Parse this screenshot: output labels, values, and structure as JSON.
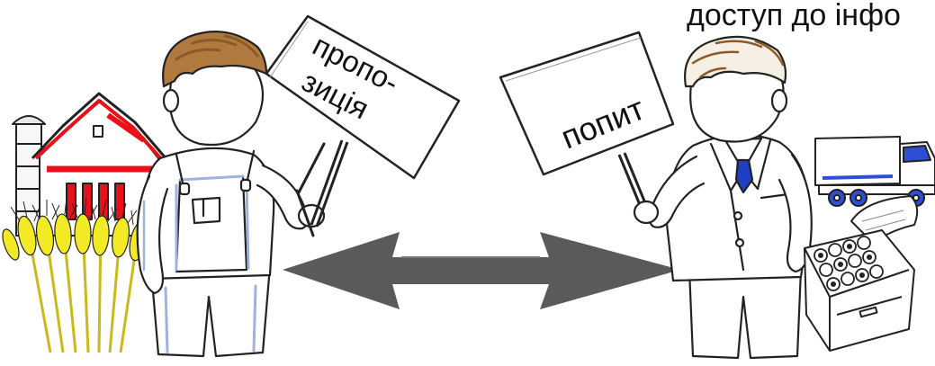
{
  "caption": "доступ до інфо",
  "seller": {
    "sign_line1": "пропо-",
    "sign_line2": "зиція"
  },
  "buyer": {
    "sign_text": "попит"
  },
  "colors": {
    "arrow": "#5a5a5a",
    "barn_accent": "#e8101a",
    "wheat": "#f2ea25",
    "overalls_trim": "#9fb2dc",
    "hair_brown": "#8a5a2b",
    "truck_blue": "#2c4fd6",
    "tie_blue": "#1f3fc4"
  },
  "icons": [
    "barn-icon",
    "wheat-icon",
    "farmer-figure",
    "businessman-figure",
    "truck-icon",
    "cash-register-icon",
    "double-arrow-icon"
  ]
}
